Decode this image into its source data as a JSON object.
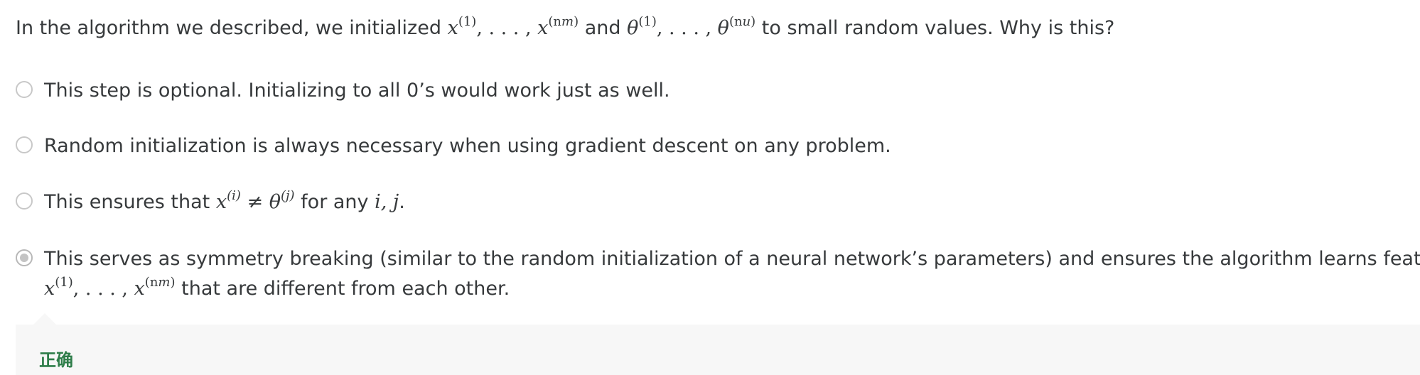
{
  "question": {
    "p1": "In the algorithm we described, we initialized ",
    "p2": " and ",
    "p3": " to small random values. Why is this?",
    "x_start": "x",
    "x_start_sup": "(1)",
    "dots": ", . . . , ",
    "x_end": "x",
    "x_end_sup": "(n",
    "x_end_sup_sub": "m",
    "x_end_sup_close": ")",
    "theta_start": "θ",
    "theta_start_sup": "(1)",
    "theta_end": "θ",
    "theta_end_sup": "(n",
    "theta_end_sup_sub": "u",
    "theta_end_sup_close": ")"
  },
  "options": [
    {
      "text": "This step is optional. Initializing to all 0’s would work just as well.",
      "selected": false
    },
    {
      "text": "Random initialization is always necessary when using gradient descent on any problem.",
      "selected": false
    },
    {
      "p1": "This ensures that ",
      "x": "x",
      "x_sup": "(i)",
      "neq": " ≠ ",
      "theta": "θ",
      "theta_sup": "(j)",
      "p2": " for any ",
      "ij": "i, j",
      "p3": ".",
      "selected": false
    },
    {
      "line1": "This serves as symmetry breaking (similar to the random initialization of a neural network’s parameters) and ensures the algorithm learns features",
      "x_start": "x",
      "x_start_sup": "(1)",
      "dots": ", . . . , ",
      "x_end": "x",
      "x_end_sup": "(n",
      "x_end_sup_sub": "m",
      "x_end_sup_close": ")",
      "line2_tail": " that are different from each other.",
      "selected": true
    }
  ],
  "feedback": {
    "label": "正确",
    "color": "#2e7d49"
  }
}
